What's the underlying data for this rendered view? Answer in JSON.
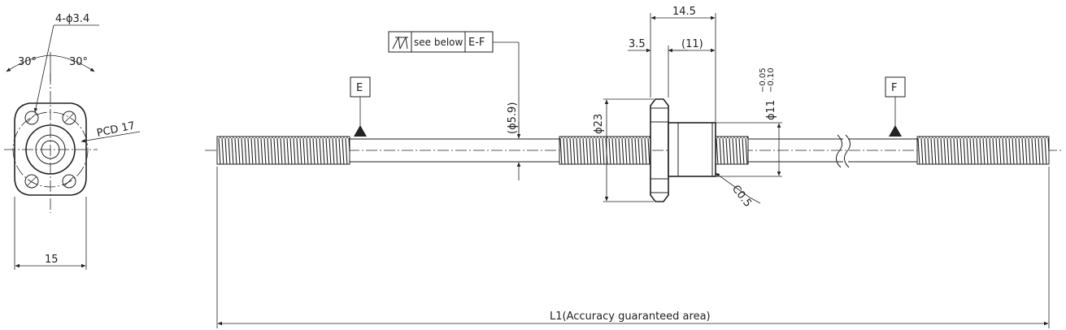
{
  "diagram": {
    "left_view": {
      "hole_callout": "4-ϕ3.4",
      "angle_left": "30°",
      "angle_right": "30°",
      "pcd": "PCD 17",
      "width_dim": "15"
    },
    "main_view": {
      "section_e": "E",
      "section_f": "F",
      "runout_box": {
        "symbol": "runout-icon",
        "note": "see below",
        "datum": "E-F"
      },
      "dim_14_5": "14.5",
      "dim_3_5": "3.5",
      "dim_11": "(11)",
      "dim_phi23": "ϕ23",
      "dim_phi5_9": "(ϕ5.9)",
      "dim_phi11": "ϕ11",
      "tol_upper": "−0.05",
      "tol_lower": "−0.10",
      "chamfer": "C0.5",
      "length_label": "L1(Accuracy guaranteed area)"
    }
  }
}
